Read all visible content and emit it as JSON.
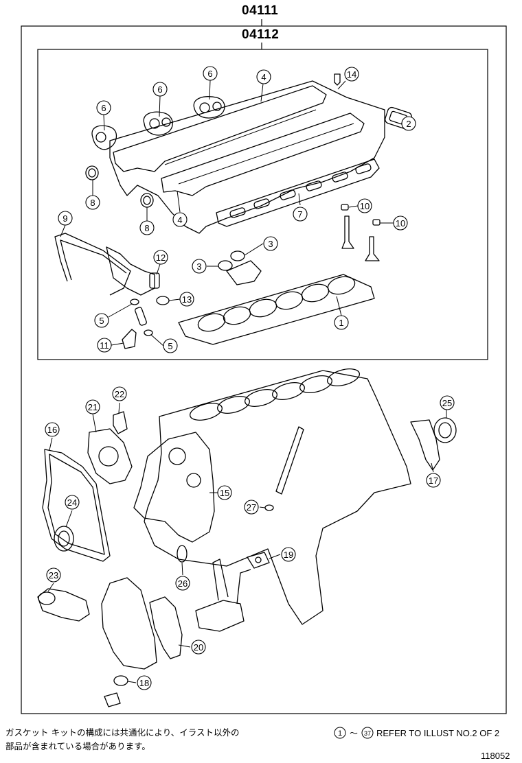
{
  "header": {
    "outer_kit_code": "04111",
    "inner_kit_code": "04112"
  },
  "callouts": [
    {
      "id": "c6a",
      "label": "6"
    },
    {
      "id": "c6b",
      "label": "6"
    },
    {
      "id": "c6c",
      "label": "6"
    },
    {
      "id": "c4a",
      "label": "4"
    },
    {
      "id": "c14",
      "label": "14"
    },
    {
      "id": "c2",
      "label": "2"
    },
    {
      "id": "c8a",
      "label": "8"
    },
    {
      "id": "c8b",
      "label": "8"
    },
    {
      "id": "c4b",
      "label": "4"
    },
    {
      "id": "c7",
      "label": "7"
    },
    {
      "id": "c10a",
      "label": "10"
    },
    {
      "id": "c10b",
      "label": "10"
    },
    {
      "id": "c9",
      "label": "9"
    },
    {
      "id": "c12",
      "label": "12"
    },
    {
      "id": "c3a",
      "label": "3"
    },
    {
      "id": "c3b",
      "label": "3"
    },
    {
      "id": "c13",
      "label": "13"
    },
    {
      "id": "c5a",
      "label": "5"
    },
    {
      "id": "c1",
      "label": "1"
    },
    {
      "id": "c11",
      "label": "11"
    },
    {
      "id": "c5b",
      "label": "5"
    },
    {
      "id": "c22",
      "label": "22"
    },
    {
      "id": "c21",
      "label": "21"
    },
    {
      "id": "c16",
      "label": "16"
    },
    {
      "id": "c25",
      "label": "25"
    },
    {
      "id": "c24",
      "label": "24"
    },
    {
      "id": "c15",
      "label": "15"
    },
    {
      "id": "c27",
      "label": "27"
    },
    {
      "id": "c17",
      "label": "17"
    },
    {
      "id": "c19",
      "label": "19"
    },
    {
      "id": "c23",
      "label": "23"
    },
    {
      "id": "c26",
      "label": "26"
    },
    {
      "id": "c20",
      "label": "20"
    },
    {
      "id": "c18",
      "label": "18"
    }
  ],
  "footer": {
    "note_line1": "ガスケット キットの構成には共通化により、イラスト以外の",
    "note_line2": "部品が含まれている場合があります。",
    "ref_start": "1",
    "ref_tilde": "～",
    "ref_end": "37",
    "ref_text": "REFER TO ILLUST NO.2 OF 2",
    "illustration_number": "118052"
  }
}
